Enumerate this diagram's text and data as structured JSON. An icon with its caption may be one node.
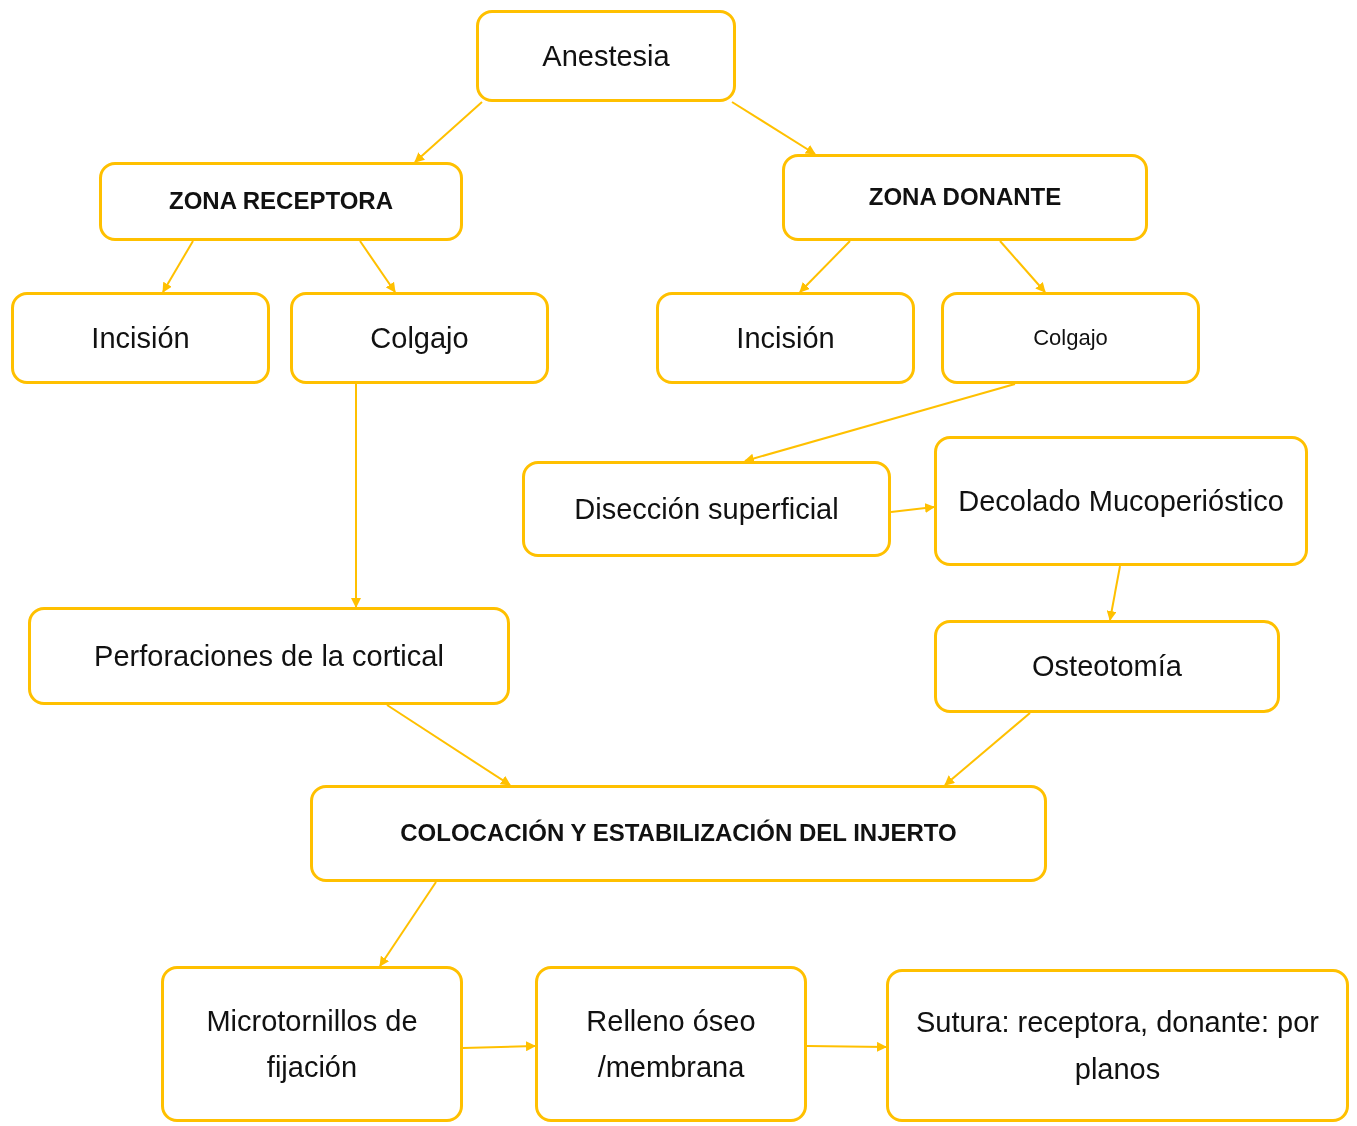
{
  "diagram": {
    "nodes": [
      {
        "text": [
          "Anestesia"
        ]
      },
      {
        "text": [
          "ZONA RECEPTORA"
        ]
      },
      {
        "text": [
          "ZONA DONANTE"
        ]
      },
      {
        "text": [
          "Incisión"
        ]
      },
      {
        "text": [
          "Colgajo"
        ]
      },
      {
        "text": [
          "Incisión"
        ]
      },
      {
        "text": [
          "Colgajo"
        ]
      },
      {
        "text": [
          "Disección superficial"
        ]
      },
      {
        "text": [
          "Decolado Mucoperióstico"
        ]
      },
      {
        "text": [
          "Perforaciones de la cortical"
        ]
      },
      {
        "text": [
          "Osteotomía"
        ]
      },
      {
        "text": [
          "COLOCACIÓN Y ESTABILIZACIÓN DEL INJERTO"
        ]
      },
      {
        "text": [
          "Microtornillos de fijación"
        ]
      },
      {
        "text": [
          "Relleno óseo /membrana"
        ]
      },
      {
        "text": [
          "Sutura: receptora, donante: por planos"
        ]
      }
    ],
    "edges": [
      {
        "from": 0,
        "to": 1,
        "arrow": "to"
      },
      {
        "from": 0,
        "to": 2,
        "arrow": "to"
      },
      {
        "from": 1,
        "to": 3,
        "arrow": "to"
      },
      {
        "from": 1,
        "to": 4,
        "arrow": "to"
      },
      {
        "from": 2,
        "to": 5,
        "arrow": "to"
      },
      {
        "from": 2,
        "to": 6,
        "arrow": "to"
      },
      {
        "from": 4,
        "to": 9,
        "arrow": "to"
      },
      {
        "from": 6,
        "to": 7,
        "arrow": "to"
      },
      {
        "from": 7,
        "to": 8,
        "arrow": "to"
      },
      {
        "from": 8,
        "to": 10,
        "arrow": "to"
      },
      {
        "from": 9,
        "to": 11,
        "arrow": "to"
      },
      {
        "from": 10,
        "to": 11,
        "arrow": "to"
      },
      {
        "from": 11,
        "to": 12,
        "arrow": "to"
      },
      {
        "from": 12,
        "to": 13,
        "arrow": "to"
      },
      {
        "from": 13,
        "to": 14,
        "arrow": "to"
      }
    ]
  }
}
